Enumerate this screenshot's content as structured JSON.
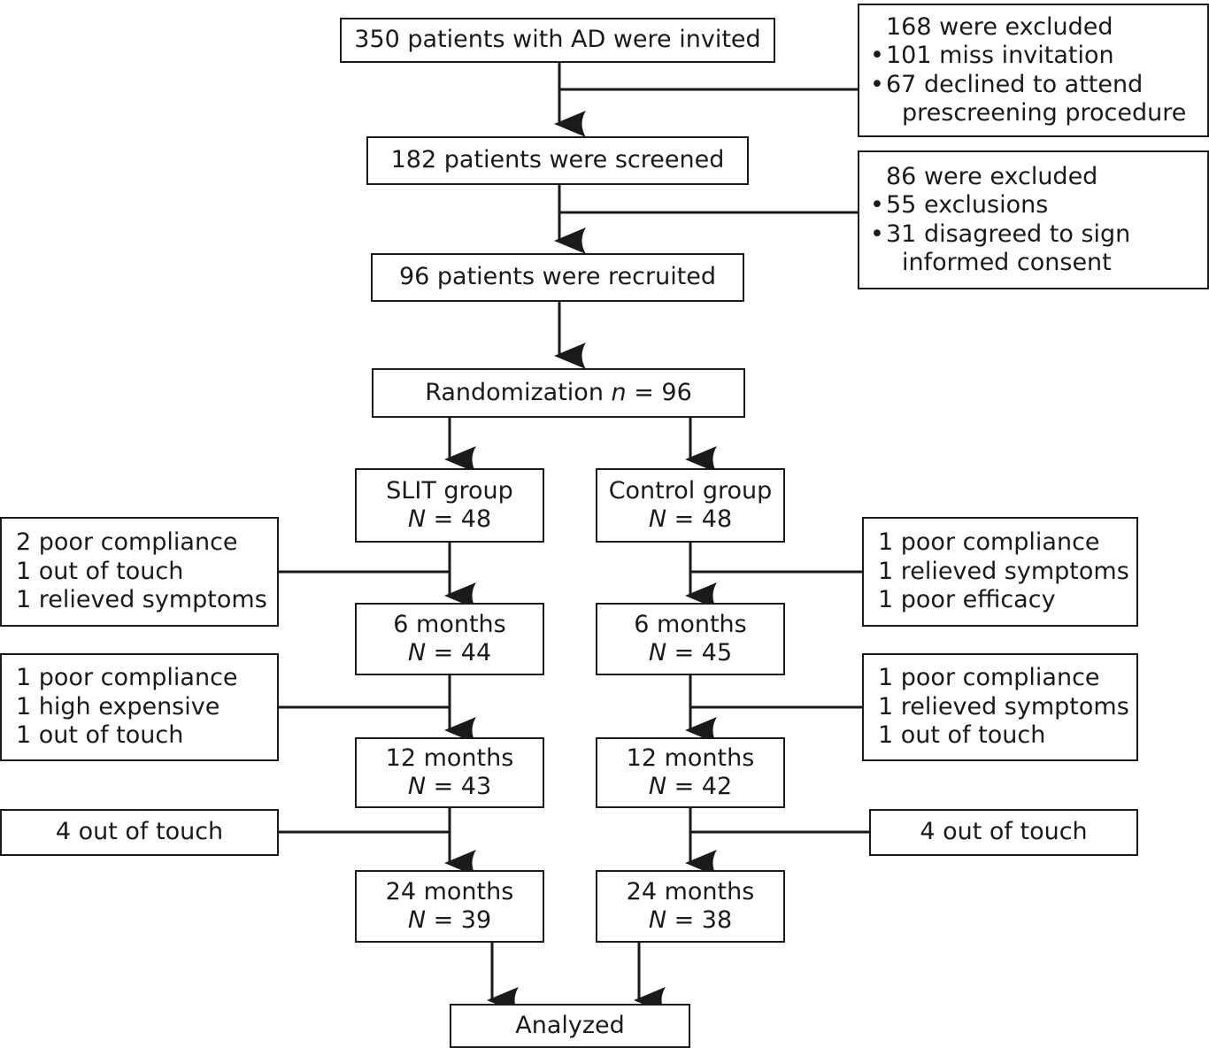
{
  "diagram": {
    "title": "CONSORT patient flow diagram",
    "line_color": "#1a1a1a",
    "background": "#ffffff"
  },
  "nodes": {
    "invited": {
      "text": "350 patients with AD were invited"
    },
    "excluded1": {
      "header": "168 were excluded",
      "items": [
        "101 miss invitation",
        "67 declined to attend",
        "prescreening procedure"
      ]
    },
    "screened": {
      "text": "182 patients were screened"
    },
    "excluded2": {
      "header": "86 were excluded",
      "items": [
        "55 exclusions",
        "31 disagreed to sign",
        "informed consent"
      ]
    },
    "recruited": {
      "text": "96 patients were recruited"
    },
    "randomization": {
      "prefix": "Randomization ",
      "symbol": "n",
      "suffix": " = 96"
    },
    "slit_group": {
      "line1": "SLIT group",
      "symbol": "N",
      "value": " = 48"
    },
    "control_group": {
      "line1": "Control group",
      "symbol": "N",
      "value": " = 48"
    },
    "slit_6m": {
      "line1": "6 months",
      "symbol": "N",
      "value": " = 44"
    },
    "control_6m": {
      "line1": "6 months",
      "symbol": "N",
      "value": " = 45"
    },
    "slit_12m": {
      "line1": "12 months",
      "symbol": "N",
      "value": " = 43"
    },
    "control_12m": {
      "line1": "12 months",
      "symbol": "N",
      "value": " = 42"
    },
    "slit_24m": {
      "line1": "24 months",
      "symbol": "N",
      "value": " = 39"
    },
    "control_24m": {
      "line1": "24 months",
      "symbol": "N",
      "value": " = 38"
    },
    "analyzed": {
      "text": "Analyzed"
    },
    "slit_dropout_6m": {
      "items": [
        "2 poor compliance",
        "1 out of touch",
        "1 relieved symptoms"
      ]
    },
    "control_dropout_6m": {
      "items": [
        "1 poor compliance",
        "1 relieved symptoms",
        "1 poor efficacy"
      ]
    },
    "slit_dropout_12m": {
      "items": [
        "1 poor compliance",
        "1 high expensive",
        "1 out of touch"
      ]
    },
    "control_dropout_12m": {
      "items": [
        "1 poor compliance",
        "1 relieved symptoms",
        "1 out of touch"
      ]
    },
    "slit_dropout_24m": {
      "text": "4 out of touch"
    },
    "control_dropout_24m": {
      "text": "4 out of touch"
    }
  }
}
